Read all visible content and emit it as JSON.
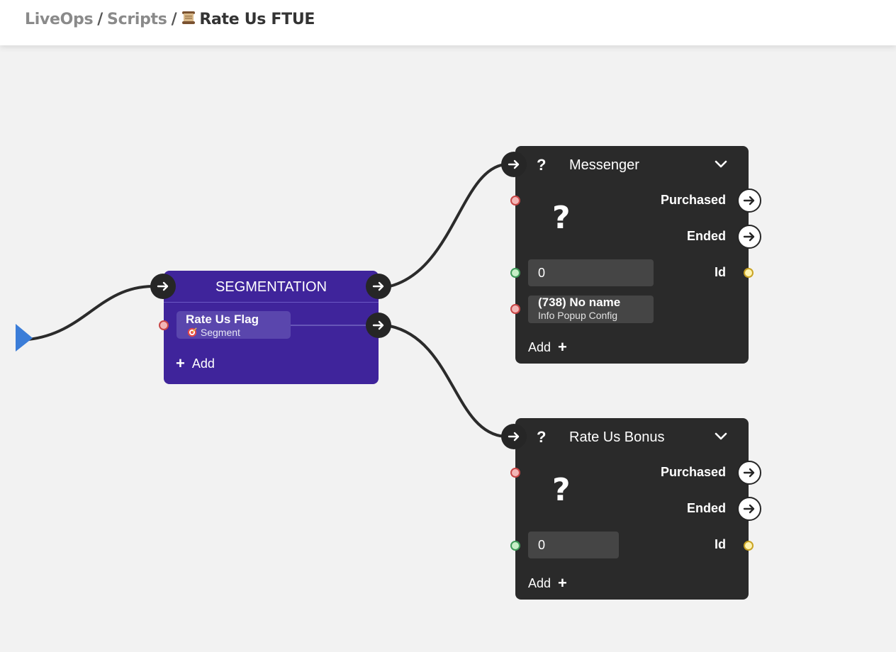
{
  "breadcrumb": {
    "items": [
      "LiveOps",
      "Scripts"
    ],
    "separator": "/",
    "current": "Rate Us FTUE"
  },
  "colors": {
    "segmentation_node": "#3f249b",
    "dark_node": "#2a2a2a",
    "canvas": "#f2f2f2",
    "start_marker": "#3b7dd8"
  },
  "segmentation": {
    "title": "SEGMENTATION",
    "segment_name": "Rate Us Flag",
    "segment_type": "Segment",
    "add_label": "Add"
  },
  "nodes": {
    "messenger": {
      "title": "Messenger",
      "header_icon": "?",
      "body_icon": "?",
      "outputs": [
        "Purchased",
        "Ended",
        "Id"
      ],
      "value_input": "0",
      "ref_title": "(738) No name",
      "ref_sub": "Info Popup Config",
      "add_label": "Add"
    },
    "rate_us_bonus": {
      "title": "Rate Us Bonus",
      "header_icon": "?",
      "body_icon": "?",
      "outputs": [
        "Purchased",
        "Ended",
        "Id"
      ],
      "value_input": "0",
      "add_label": "Add"
    }
  }
}
